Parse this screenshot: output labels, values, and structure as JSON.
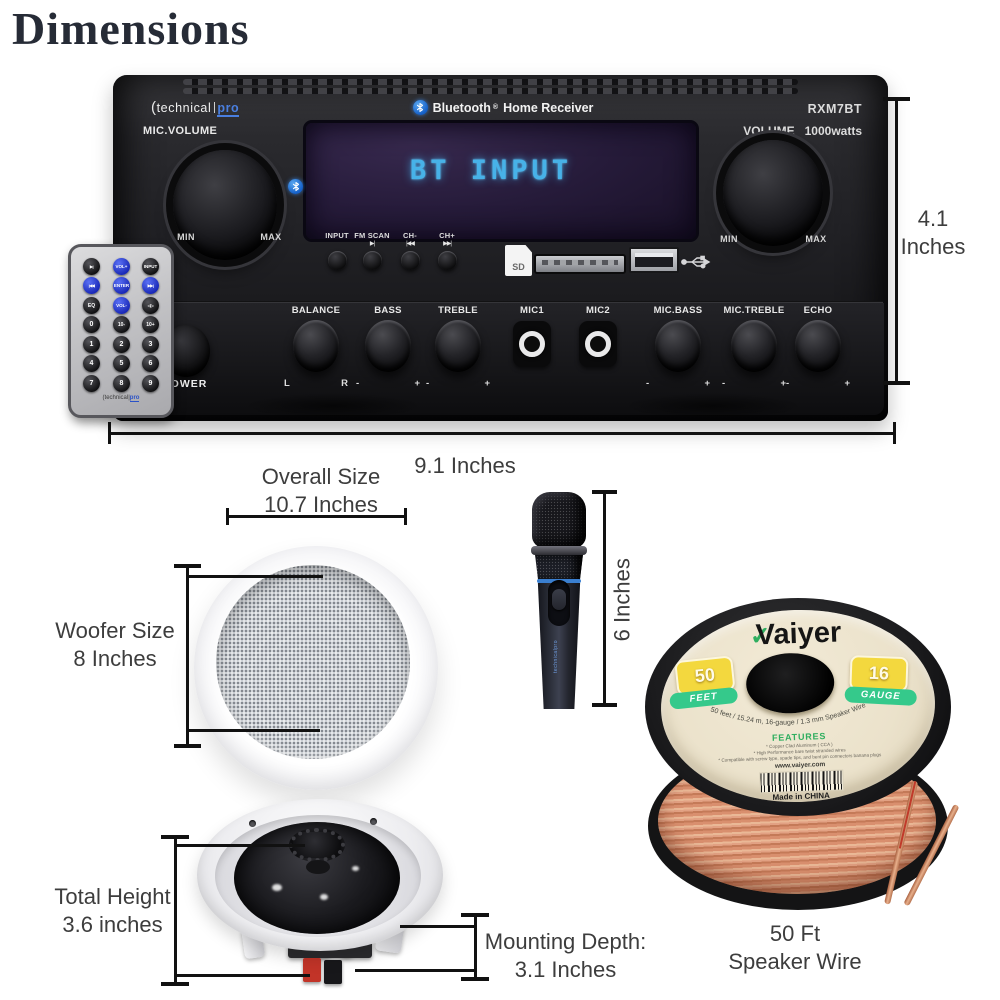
{
  "title": "Dimensions",
  "receiver": {
    "brand_left": "technical",
    "brand_right": "pro",
    "mic_volume_label": "MIC.VOLUME",
    "header_brand": "Bluetooth",
    "header_reg": "®",
    "header_rest": "Home Receiver",
    "model": "RXM7BT",
    "volume_label": "VOLUME",
    "power_rating": "1000watts",
    "display_text": "BT INPUT",
    "min_label": "MIN",
    "max_label": "MAX",
    "power_label": "POWER",
    "sd_label": "SD",
    "transport": [
      {
        "label": "INPUT",
        "glyph": ""
      },
      {
        "label": "FM SCAN",
        "glyph": "▶|"
      },
      {
        "label": "CH-",
        "glyph": "|◀◀"
      },
      {
        "label": "CH+",
        "glyph": "▶▶|"
      }
    ],
    "knobs": [
      {
        "label": "BALANCE",
        "minus": "L",
        "plus": "R"
      },
      {
        "label": "BASS",
        "minus": "-",
        "plus": "+"
      },
      {
        "label": "TREBLE",
        "minus": "-",
        "plus": "+"
      },
      {
        "label": "MIC1",
        "minus": "",
        "plus": ""
      },
      {
        "label": "MIC2",
        "minus": "",
        "plus": ""
      },
      {
        "label": "MIC.BASS",
        "minus": "-",
        "plus": "+"
      },
      {
        "label": "MIC.TREBLE",
        "minus": "-",
        "plus": "+"
      },
      {
        "label": "ECHO",
        "minus": "-",
        "plus": "+"
      }
    ]
  },
  "remote": {
    "brand_left": "technical",
    "brand_right": "pro",
    "buttons": [
      {
        "label": "▶|"
      },
      {
        "label": "VOL+"
      },
      {
        "label": "INPUT"
      },
      {
        "label": "|◀◀"
      },
      {
        "label": "ENTER"
      },
      {
        "label": "▶▶|"
      },
      {
        "label": "EQ"
      },
      {
        "label": "VOL-"
      },
      {
        "label": "◁/▷"
      },
      {
        "label": "0"
      },
      {
        "label": "10-"
      },
      {
        "label": "10+"
      },
      {
        "label": "1"
      },
      {
        "label": "2"
      },
      {
        "label": "3"
      },
      {
        "label": "4"
      },
      {
        "label": "5"
      },
      {
        "label": "6"
      },
      {
        "label": "7"
      },
      {
        "label": "8"
      },
      {
        "label": "9"
      }
    ]
  },
  "mic": {
    "brand": "technicalpro"
  },
  "spool": {
    "brand": "Vaiyer",
    "brand_mark": "✓",
    "left_value": "50",
    "left_unit": "FEET",
    "right_value": "16",
    "right_unit": "GAUGE",
    "arc_text": "50 feet / 15.24 m, 16-gauge / 1.3 mm Speaker Wire",
    "features_title": "FEATURES",
    "feature_lines": [
      "* Copper Clad Aluminum ( CCA )",
      "* High Performance bare twist stranded wires",
      "* Compatible with screw type, spade tips, and bent pin connectors banana plugs"
    ],
    "website": "www.vaiyer.com",
    "origin": "Made in CHINA"
  },
  "annotations": {
    "height_value": "4.1",
    "height_unit": "Inches",
    "width": "9.1 Inches",
    "overall_line1": "Overall Size",
    "overall_line2": "10.7 Inches",
    "woofer_line1": "Woofer Size",
    "woofer_line2": "8 Inches",
    "mic_height": "6 Inches",
    "total_line1": "Total Height",
    "total_line2": "3.6 inches",
    "depth_line1": "Mounting Depth:",
    "depth_line2": "3.1 Inches",
    "wire_line1": "50 Ft",
    "wire_line2": "Speaker Wire"
  },
  "colors": {
    "lcd_blue": "#47b2e8",
    "remote_blue": "#2438cf",
    "badge_yellow": "#f3d83e",
    "badge_green": "#35c98b",
    "copper": "#d98f6e"
  }
}
